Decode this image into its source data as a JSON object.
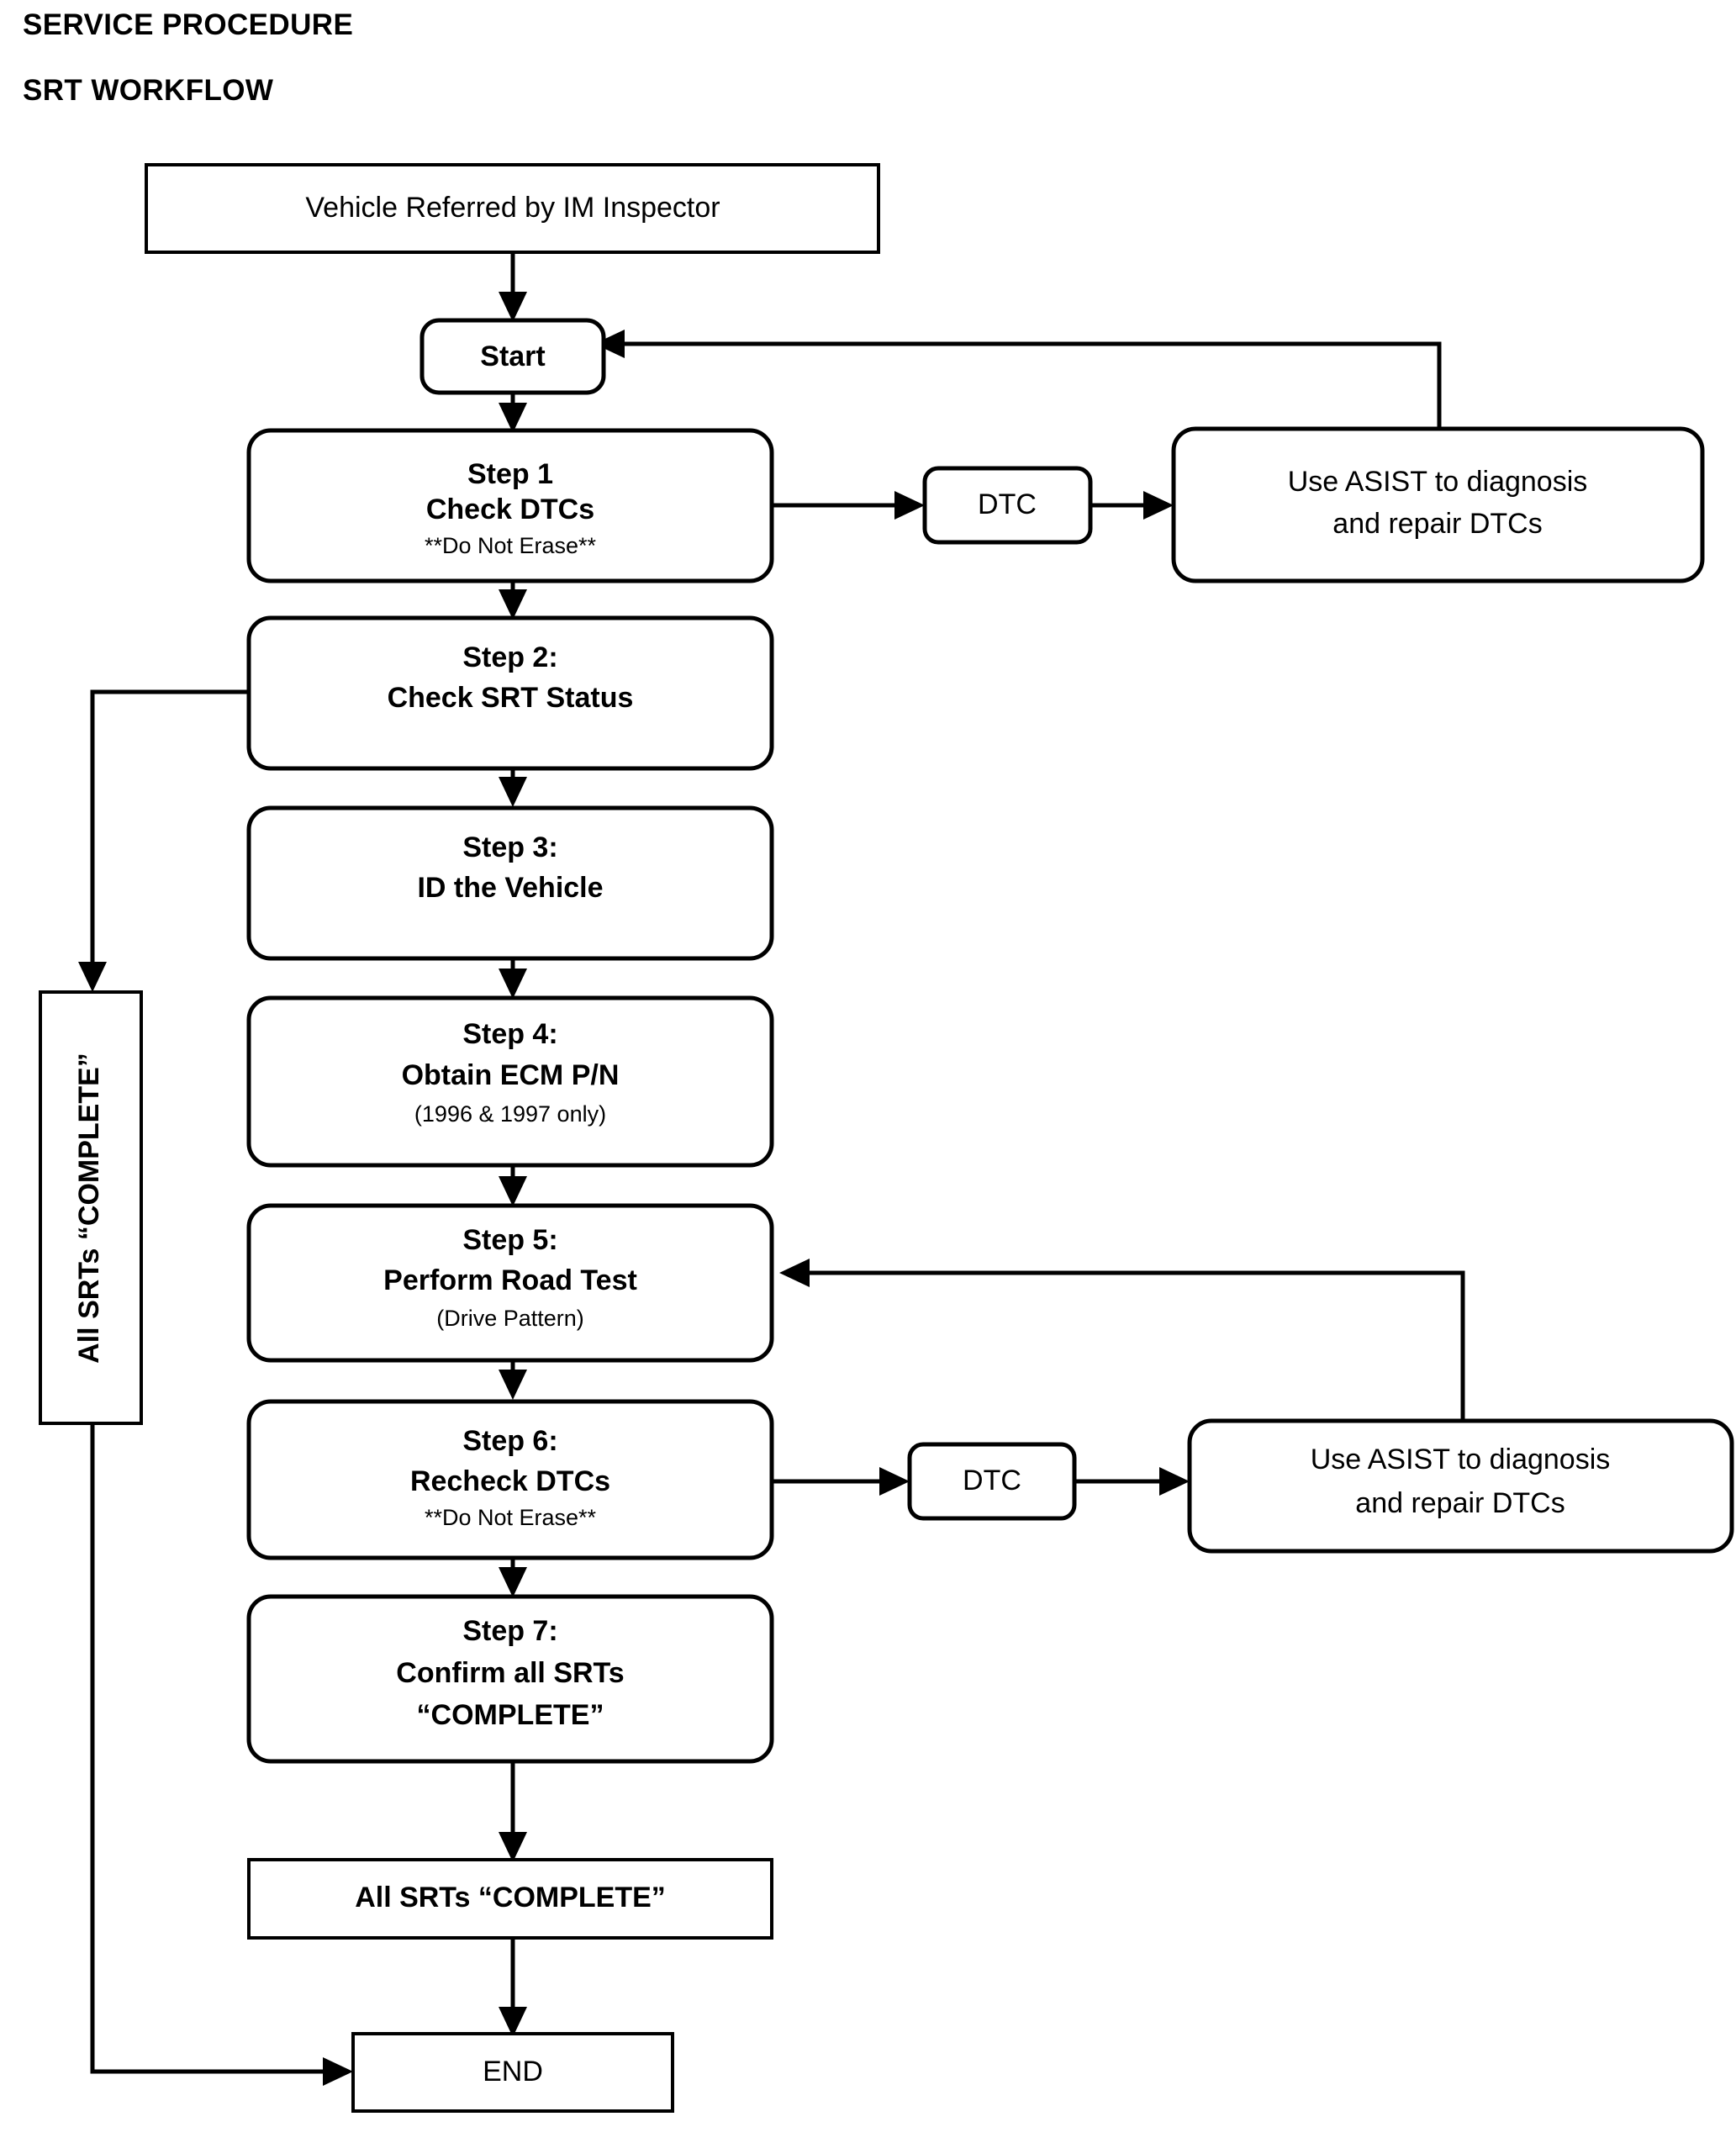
{
  "header": {
    "line1": "SERVICE PROCEDURE",
    "line2": "SRT WORKFLOW"
  },
  "chart_data": {
    "type": "flowchart",
    "title": "SRT WORKFLOW",
    "subtitle": "SERVICE PROCEDURE",
    "nodes": [
      {
        "id": "referral",
        "shape": "rect",
        "text": "Vehicle Referred by IM Inspector"
      },
      {
        "id": "start",
        "shape": "round-rect",
        "text": "Start"
      },
      {
        "id": "step1",
        "shape": "round-rect",
        "text": "Step 1 / Check DTCs / **Do Not Erase**"
      },
      {
        "id": "dtc1",
        "shape": "round-rect",
        "text": "DTC"
      },
      {
        "id": "asist1",
        "shape": "round-rect",
        "text": "Use ASIST to diagnosis and repair DTCs"
      },
      {
        "id": "step2",
        "shape": "round-rect",
        "text": "Step 2: / Check SRT Status"
      },
      {
        "id": "step3",
        "shape": "round-rect",
        "text": "Step 3: / ID the Vehicle"
      },
      {
        "id": "step4",
        "shape": "round-rect",
        "text": "Step 4: / Obtain ECM P/N / (1996 & 1997 only)"
      },
      {
        "id": "step5",
        "shape": "round-rect",
        "text": "Step 5: / Perform Road Test / (Drive Pattern)"
      },
      {
        "id": "step6",
        "shape": "round-rect",
        "text": "Step 6: / Recheck DTCs / **Do Not Erase**"
      },
      {
        "id": "dtc2",
        "shape": "round-rect",
        "text": "DTC"
      },
      {
        "id": "asist2",
        "shape": "round-rect",
        "text": "Use ASIST to diagnosis and repair DTCs"
      },
      {
        "id": "step7",
        "shape": "round-rect",
        "text": "Step 7: / Confirm all SRTs / “COMPLETE”"
      },
      {
        "id": "allsrts",
        "shape": "rect",
        "text": "All SRTs “COMPLETE”"
      },
      {
        "id": "endnode",
        "shape": "rect",
        "text": "END"
      },
      {
        "id": "vertlabel",
        "shape": "rect-vertical",
        "text": "All SRTs “COMPLETE”"
      }
    ],
    "edges": [
      {
        "from": "referral",
        "to": "start",
        "style": "arrow-down"
      },
      {
        "from": "start",
        "to": "step1",
        "style": "arrow-down"
      },
      {
        "from": "step1",
        "to": "dtc1",
        "style": "arrow-right"
      },
      {
        "from": "dtc1",
        "to": "asist1",
        "style": "arrow-right"
      },
      {
        "from": "asist1",
        "to": "start",
        "style": "feedback-up-left"
      },
      {
        "from": "step1",
        "to": "step2",
        "style": "arrow-down"
      },
      {
        "from": "step2",
        "to": "vertlabel",
        "style": "branch-left-down"
      },
      {
        "from": "step2",
        "to": "step3",
        "style": "arrow-down"
      },
      {
        "from": "step3",
        "to": "step4",
        "style": "arrow-down"
      },
      {
        "from": "step4",
        "to": "step5",
        "style": "arrow-down"
      },
      {
        "from": "step5",
        "to": "step6",
        "style": "arrow-down"
      },
      {
        "from": "step6",
        "to": "dtc2",
        "style": "arrow-right"
      },
      {
        "from": "dtc2",
        "to": "asist2",
        "style": "arrow-right"
      },
      {
        "from": "asist2",
        "to": "step5",
        "style": "feedback-up-left"
      },
      {
        "from": "step6",
        "to": "step7",
        "style": "arrow-down"
      },
      {
        "from": "step7",
        "to": "allsrts",
        "style": "arrow-down"
      },
      {
        "from": "allsrts",
        "to": "endnode",
        "style": "arrow-down"
      },
      {
        "from": "vertlabel",
        "to": "endnode",
        "style": "down-right-arrow"
      }
    ]
  },
  "nodes": {
    "referral": {
      "label": "Vehicle Referred by IM Inspector"
    },
    "start": {
      "label": "Start"
    },
    "step1": {
      "line1": "Step 1",
      "line2": "Check DTCs",
      "line3": "**Do Not Erase**"
    },
    "dtc1": {
      "label": "DTC"
    },
    "asist1": {
      "line1": "Use ASIST to diagnosis",
      "line2": "and repair DTCs"
    },
    "step2": {
      "line1": "Step 2:",
      "line2": "Check SRT Status"
    },
    "step3": {
      "line1": "Step 3:",
      "line2": "ID the Vehicle"
    },
    "step4": {
      "line1": "Step 4:",
      "line2": "Obtain ECM P/N",
      "line3": "(1996 & 1997 only)"
    },
    "step5": {
      "line1": "Step 5:",
      "line2": "Perform Road Test",
      "line3": "(Drive Pattern)"
    },
    "step6": {
      "line1": "Step 6:",
      "line2": "Recheck DTCs",
      "line3": "**Do Not Erase**"
    },
    "dtc2": {
      "label": "DTC"
    },
    "asist2": {
      "line1": "Use ASIST to diagnosis",
      "line2": "and repair DTCs"
    },
    "step7": {
      "line1": "Step 7:",
      "line2": "Confirm all SRTs",
      "line3": "“COMPLETE”"
    },
    "allsrts": {
      "label": "All SRTs “COMPLETE”"
    },
    "endnode": {
      "label": "END"
    },
    "vertlabel": {
      "label": "All SRTs “COMPLETE”"
    }
  },
  "colors": {
    "stroke": "#000000",
    "fill": "#ffffff",
    "text": "#000000"
  }
}
